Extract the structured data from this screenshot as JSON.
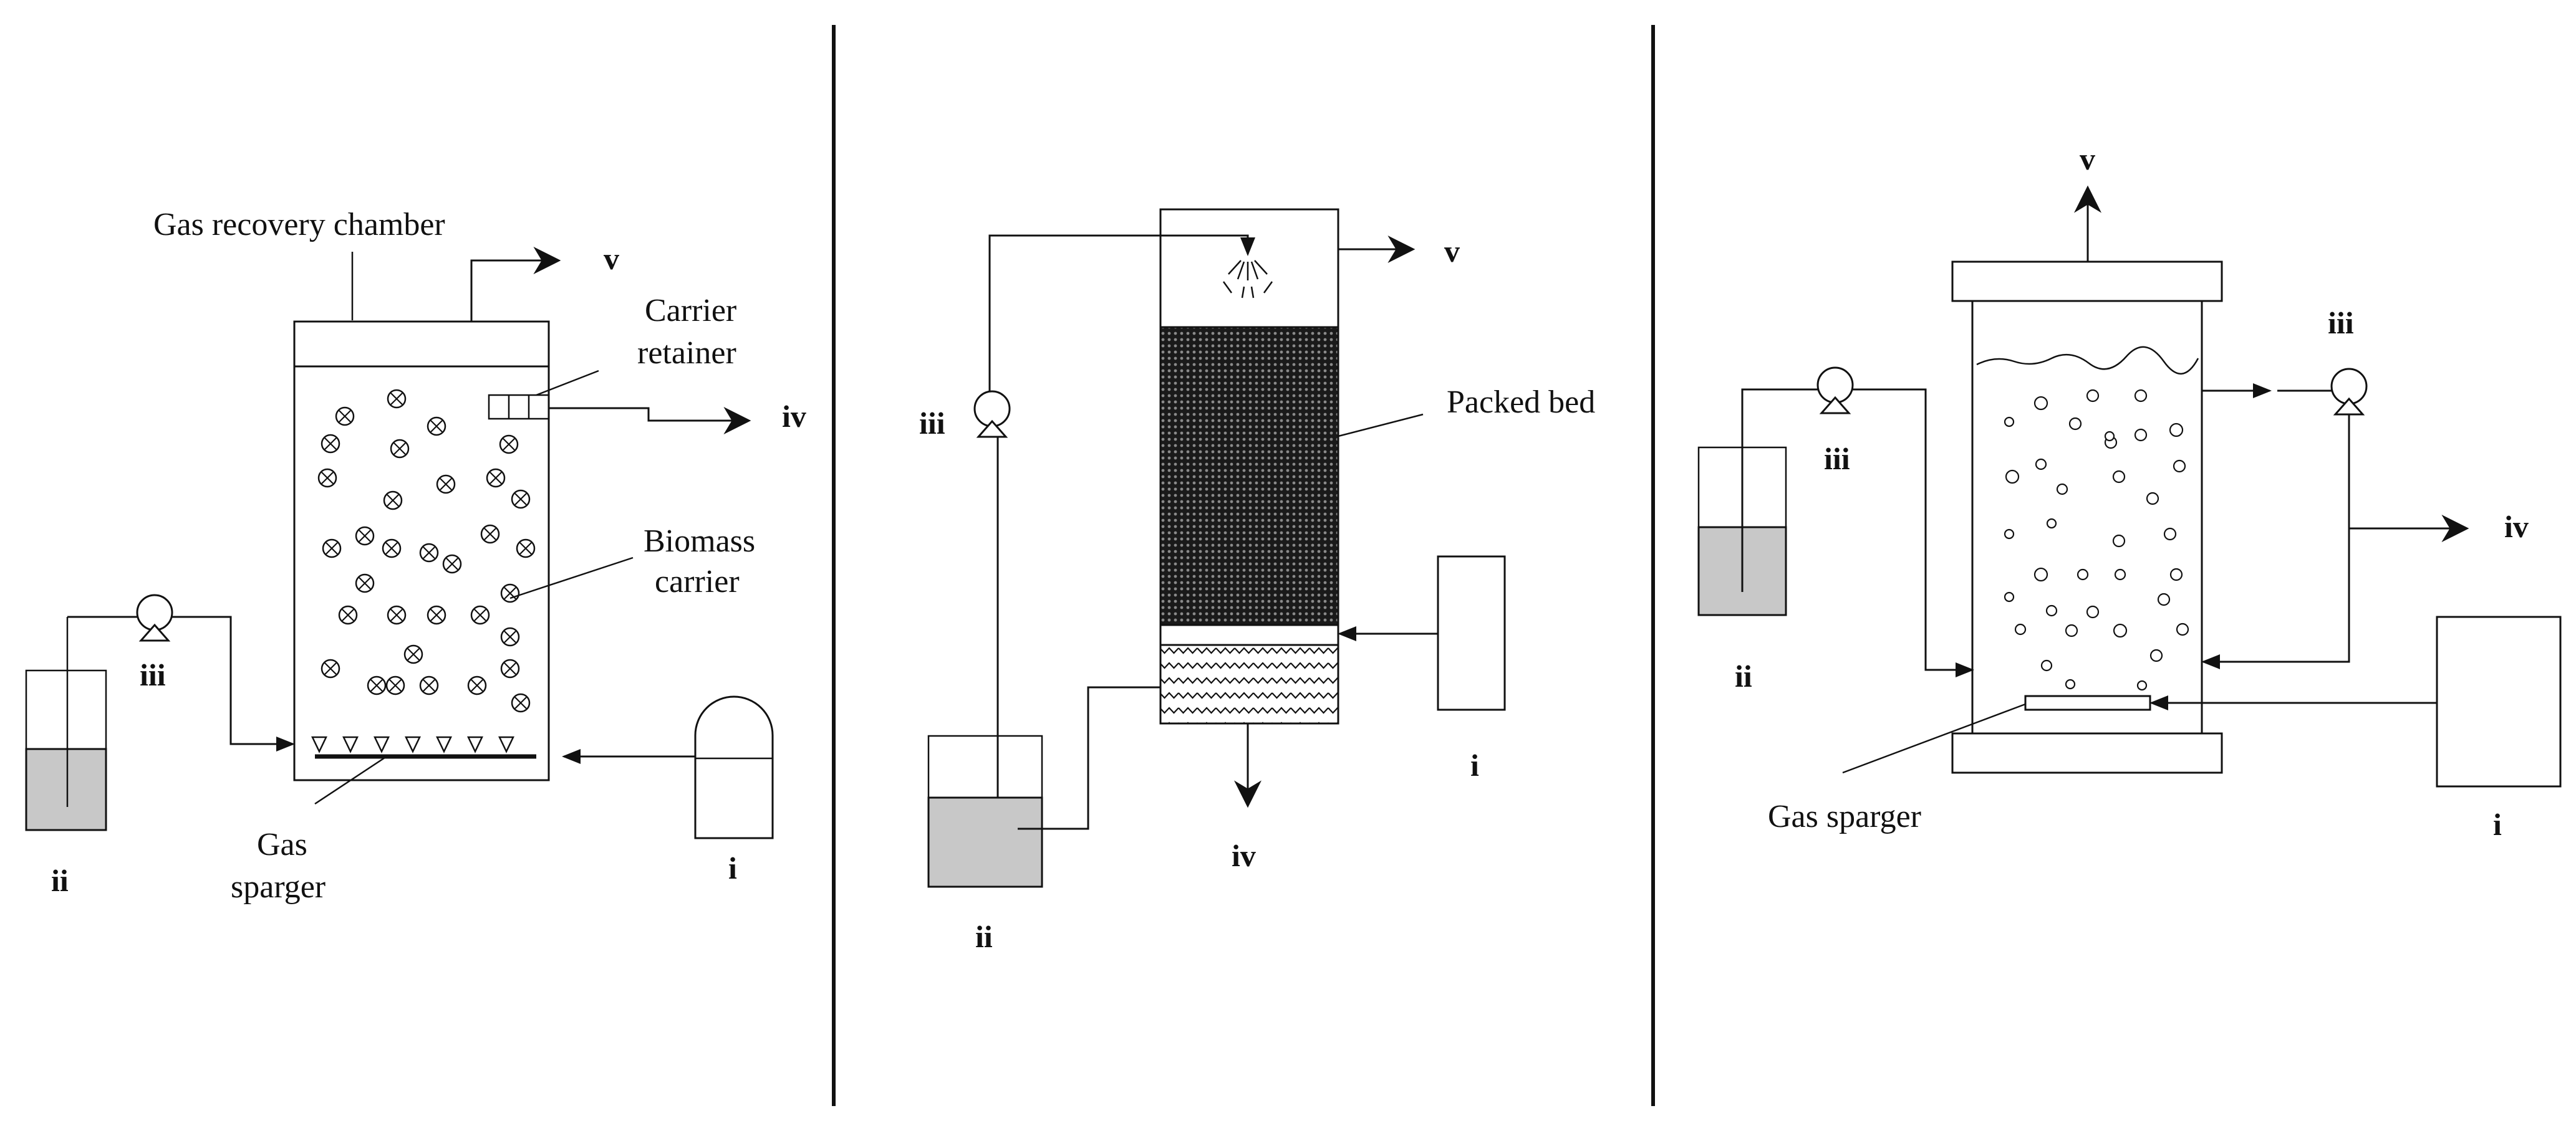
{
  "panel_a": {
    "gas_recovery_chamber": "Gas recovery chamber",
    "carrier_retainer_1": "Carrier",
    "carrier_retainer_2": "retainer",
    "biomass_carrier_1": "Biomass",
    "biomass_carrier_2": "carrier",
    "gas_sparger_1": "Gas",
    "gas_sparger_2": "sparger",
    "i": "i",
    "ii": "ii",
    "iii": "iii",
    "iv": "iv",
    "v": "v"
  },
  "panel_b": {
    "packed_bed": "Packed bed",
    "i": "i",
    "ii": "ii",
    "iii": "iii",
    "iv": "iv",
    "v": "v"
  },
  "panel_c": {
    "gas_sparger": "Gas sparger",
    "i": "i",
    "ii": "ii",
    "iii": "iii",
    "iii_2": "iii",
    "iv": "iv",
    "v": "v"
  },
  "colors": {
    "liquid": "#c8c8c8",
    "line": "#111111",
    "background": "#ffffff"
  }
}
